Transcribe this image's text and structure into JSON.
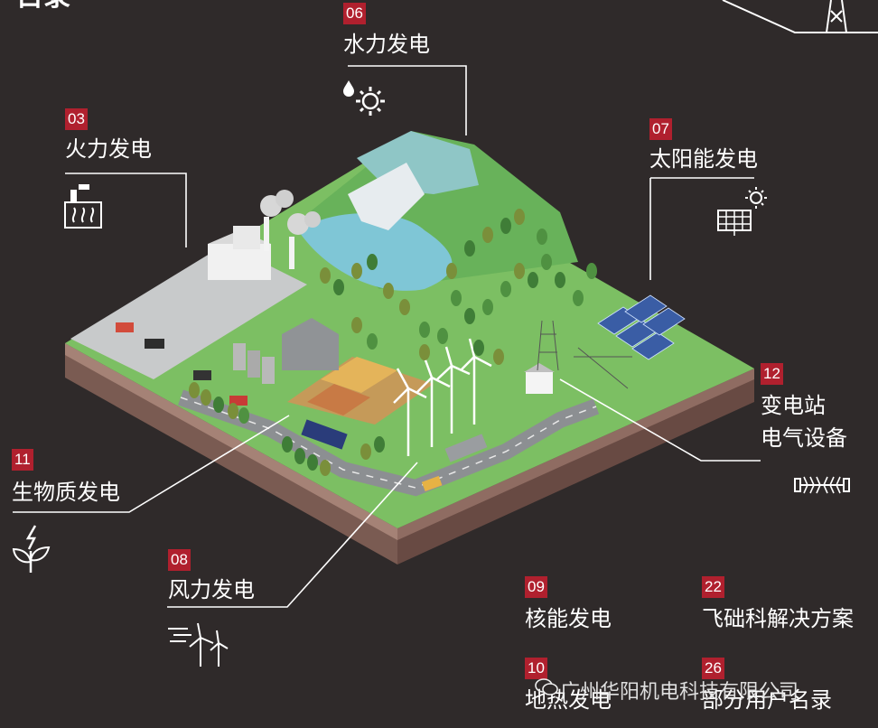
{
  "header": {
    "corner_title": "目录"
  },
  "items": [
    {
      "id": "hydro",
      "number": "06",
      "label": "水力发电",
      "icon": "water-gear-icon"
    },
    {
      "id": "thermal",
      "number": "03",
      "label": "火力发电",
      "icon": "factory-heat-icon"
    },
    {
      "id": "solar",
      "number": "07",
      "label": "太阳能发电",
      "icon": "solar-panel-icon"
    },
    {
      "id": "substation",
      "number": "12",
      "label": "变电站",
      "label2": "电气设备",
      "icon": "insulator-icon"
    },
    {
      "id": "biomass",
      "number": "11",
      "label": "生物质发电",
      "icon": "leaf-bolt-icon"
    },
    {
      "id": "wind",
      "number": "08",
      "label": "风力发电",
      "icon": "wind-turbine-icon"
    },
    {
      "id": "nuclear",
      "number": "09",
      "label": "核能发电"
    },
    {
      "id": "solutions",
      "number": "22",
      "label": "飞础科解决方案"
    },
    {
      "id": "geothermal",
      "number": "10",
      "label": "地热发电"
    },
    {
      "id": "customers",
      "number": "26",
      "label": "部分用户名录"
    }
  ],
  "watermark": {
    "text": "广州华阳机电科技有限公司",
    "icon": "wechat-icon"
  },
  "colors": {
    "background": "#2f2a2a",
    "badge": "#b0202e",
    "grass": "#7cbf63",
    "soil": "#7a5b52",
    "water": "#7fc6d6"
  }
}
